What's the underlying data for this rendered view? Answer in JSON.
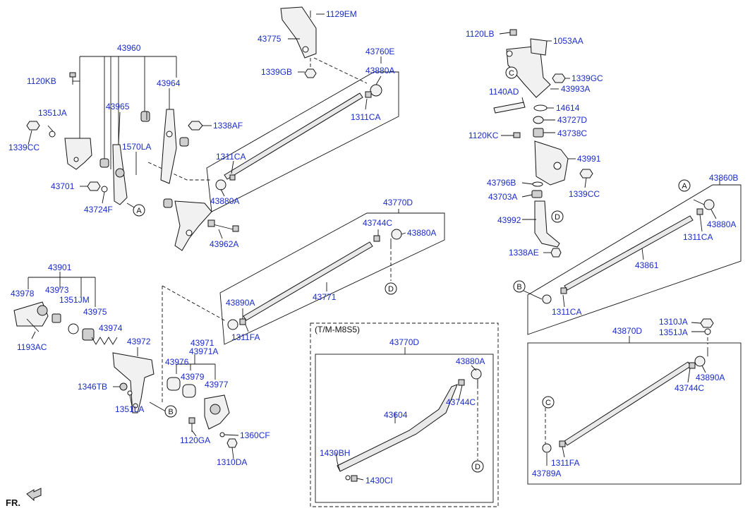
{
  "variant_box_title": "(T/M-M8S5)",
  "fr_label": "FR.",
  "circle_markers": [
    "A",
    "B",
    "C",
    "D"
  ],
  "part_numbers": [
    "1129EM",
    "43775",
    "1339GB",
    "43760E",
    "43880A",
    "1311CA",
    "43960",
    "43964",
    "43965",
    "1120KB",
    "1351JA",
    "1339CC",
    "1338AF",
    "1570LA",
    "43701",
    "43724F",
    "43962A",
    "43770D",
    "43744C",
    "43771",
    "43890A",
    "1311FA",
    "43901",
    "43978",
    "43973",
    "1351JM",
    "43975",
    "43974",
    "1193AC",
    "43972",
    "1346TB",
    "1351LA",
    "43976",
    "43971",
    "43971A",
    "43979",
    "43977",
    "1120GA",
    "1360CF",
    "1310DA",
    "43604",
    "1430BH",
    "1430CI",
    "1120LB",
    "1053AA",
    "1339GC",
    "1140AD",
    "43993A",
    "14614",
    "43727D",
    "1120KC",
    "43738C",
    "43991",
    "43796B",
    "43703A",
    "43992",
    "1338AE",
    "43860B",
    "43861",
    "1310JA",
    "43870D",
    "43789A"
  ]
}
